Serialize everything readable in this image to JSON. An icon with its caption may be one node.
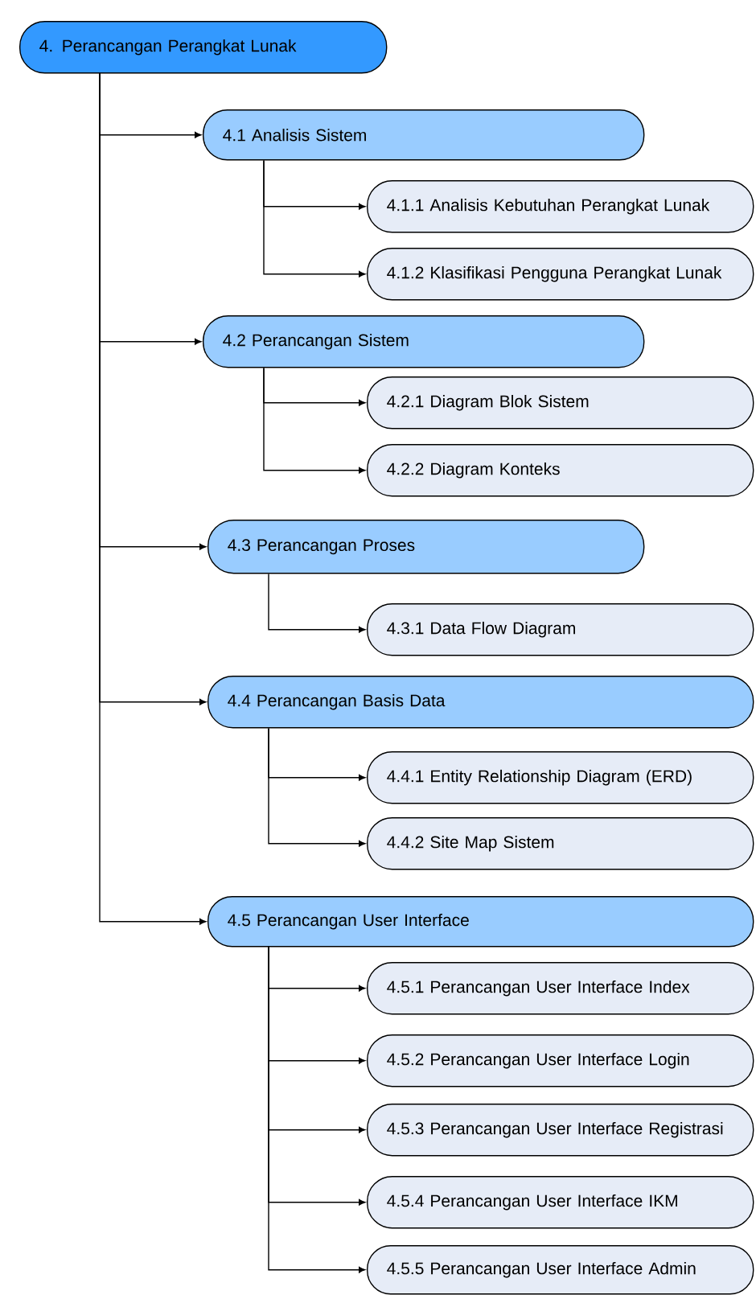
{
  "diagram": {
    "nodes": [
      {
        "text": [
          "4. Perancangan Perangkat Lunak"
        ]
      },
      {
        "text": [
          "4.1 Analisis Sistem"
        ]
      },
      {
        "text": [
          "4.1.1 Analisis Kebutuhan Perangkat Lunak"
        ]
      },
      {
        "text": [
          "4.1.2 Klasifikasi Pengguna Perangkat Lunak"
        ]
      },
      {
        "text": [
          "4.2 Perancangan Sistem"
        ]
      },
      {
        "text": [
          "4.2.1 Diagram Blok Sistem"
        ]
      },
      {
        "text": [
          "4.2.2 Diagram Konteks"
        ]
      },
      {
        "text": [
          "4.3 Perancangan Proses"
        ]
      },
      {
        "text": [
          "4.3.1 Data Flow Diagram"
        ]
      },
      {
        "text": [
          "4.4 Perancangan Basis Data"
        ]
      },
      {
        "text": [
          "4.4.1 Entity Relationship Diagram (ERD)"
        ]
      },
      {
        "text": [
          "4.4.2 Site Map Sistem"
        ]
      },
      {
        "text": [
          "4.5 Perancangan User Interface"
        ]
      },
      {
        "text": [
          "4.5.1 Perancangan User Interface Index"
        ]
      },
      {
        "text": [
          "4.5.2 Perancangan User Interface Login"
        ]
      },
      {
        "text": [
          "4.5.3 Perancangan User Interface Registrasi"
        ]
      },
      {
        "text": [
          "4.5.4 Perancangan User Interface IKM"
        ]
      },
      {
        "text": [
          "4.5.5 Perancangan User Interface Admin"
        ]
      }
    ],
    "edges": [
      {
        "from": 0,
        "to": 1,
        "arrow": "to"
      },
      {
        "from": 1,
        "to": 2,
        "arrow": "to"
      },
      {
        "from": 1,
        "to": 3,
        "arrow": "to"
      },
      {
        "from": 0,
        "to": 4,
        "arrow": "to"
      },
      {
        "from": 4,
        "to": 5,
        "arrow": "to"
      },
      {
        "from": 4,
        "to": 6,
        "arrow": "to"
      },
      {
        "from": 0,
        "to": 7,
        "arrow": "to"
      },
      {
        "from": 7,
        "to": 8,
        "arrow": "to"
      },
      {
        "from": 0,
        "to": 9,
        "arrow": "to"
      },
      {
        "from": 9,
        "to": 10,
        "arrow": "to"
      },
      {
        "from": 9,
        "to": 11,
        "arrow": "to"
      },
      {
        "from": 0,
        "to": 12,
        "arrow": "to"
      },
      {
        "from": 12,
        "to": 13,
        "arrow": "to"
      },
      {
        "from": 12,
        "to": 14,
        "arrow": "to"
      },
      {
        "from": 12,
        "to": 15,
        "arrow": "to"
      },
      {
        "from": 12,
        "to": 16,
        "arrow": "to"
      },
      {
        "from": 12,
        "to": 17,
        "arrow": "to"
      }
    ]
  }
}
